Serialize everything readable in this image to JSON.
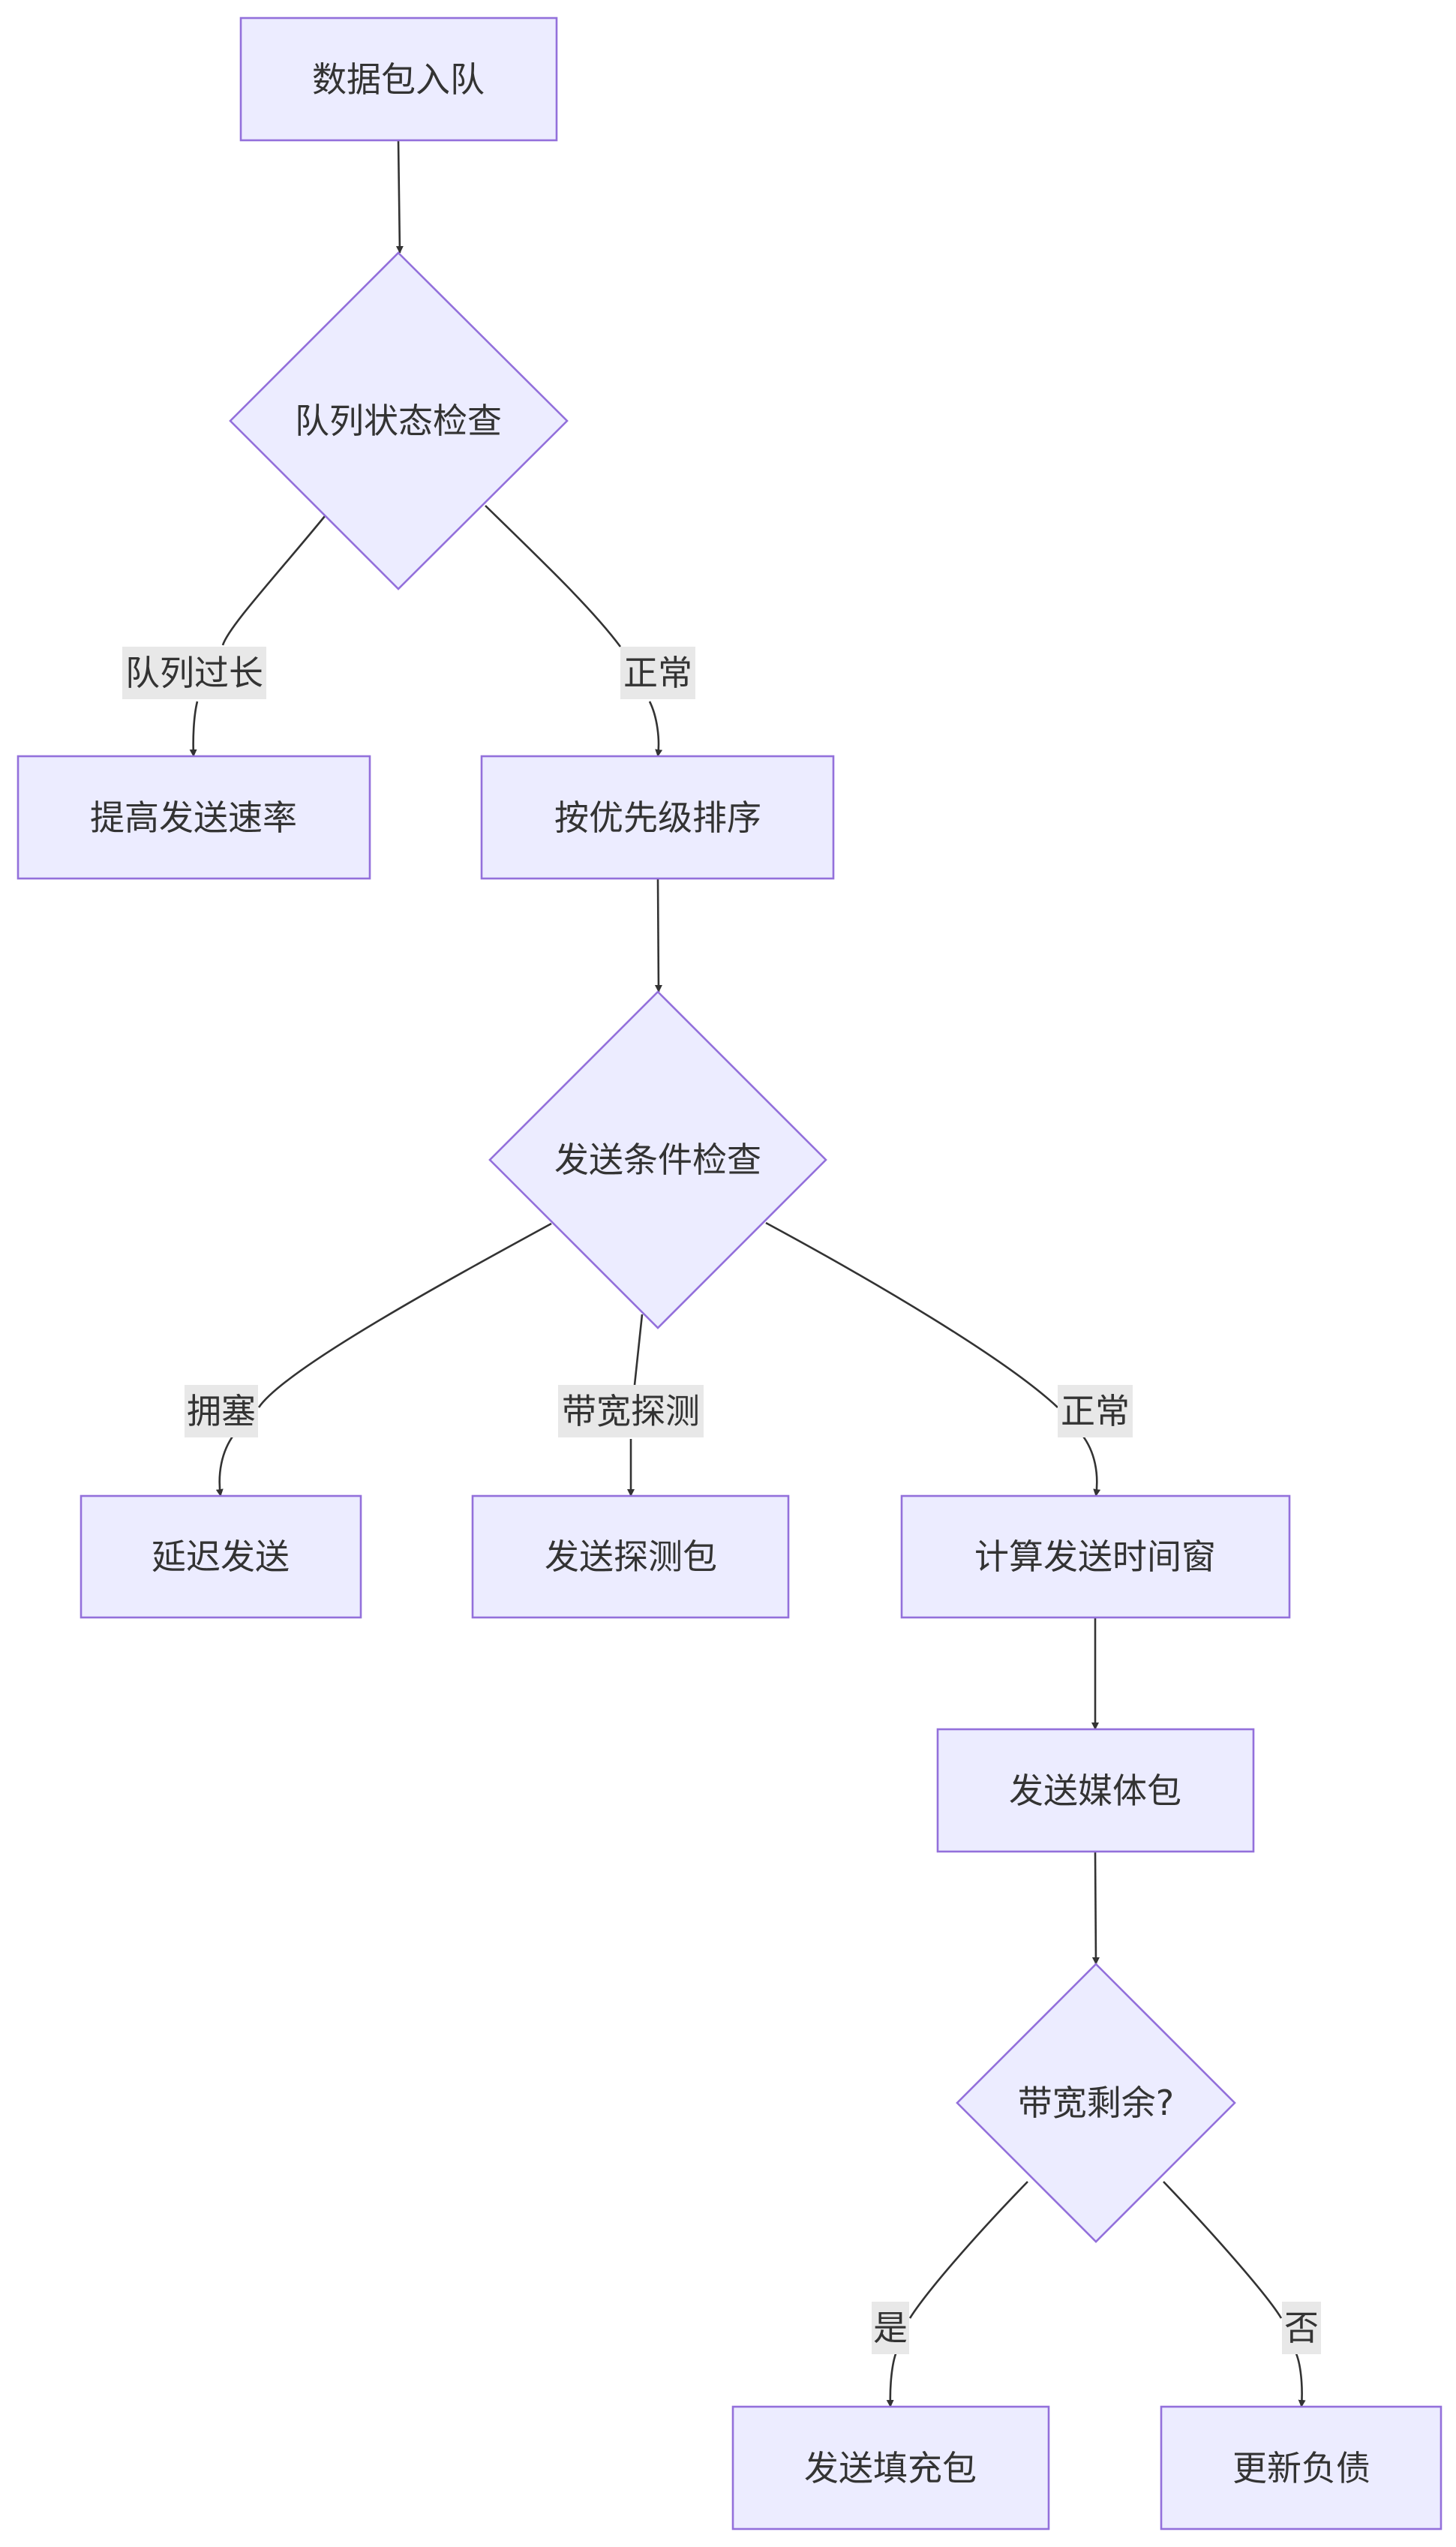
{
  "diagram": {
    "type": "flowchart",
    "nodes": {
      "enqueue": "数据包入队",
      "queue_check": "队列状态检查",
      "raise_rate": "提高发送速率",
      "sort_priority": "按优先级排序",
      "send_check": "发送条件检查",
      "delay_send": "延迟发送",
      "send_probe": "发送探测包",
      "calc_window": "计算发送时间窗",
      "send_media": "发送媒体包",
      "bw_remaining": "带宽剩余?",
      "send_padding": "发送填充包",
      "update_debt": "更新负债"
    },
    "edge_labels": {
      "queue_too_long": "队列过长",
      "queue_normal": "正常",
      "congestion": "拥塞",
      "bw_probe": "带宽探测",
      "send_normal": "正常",
      "yes": "是",
      "no": "否"
    }
  }
}
